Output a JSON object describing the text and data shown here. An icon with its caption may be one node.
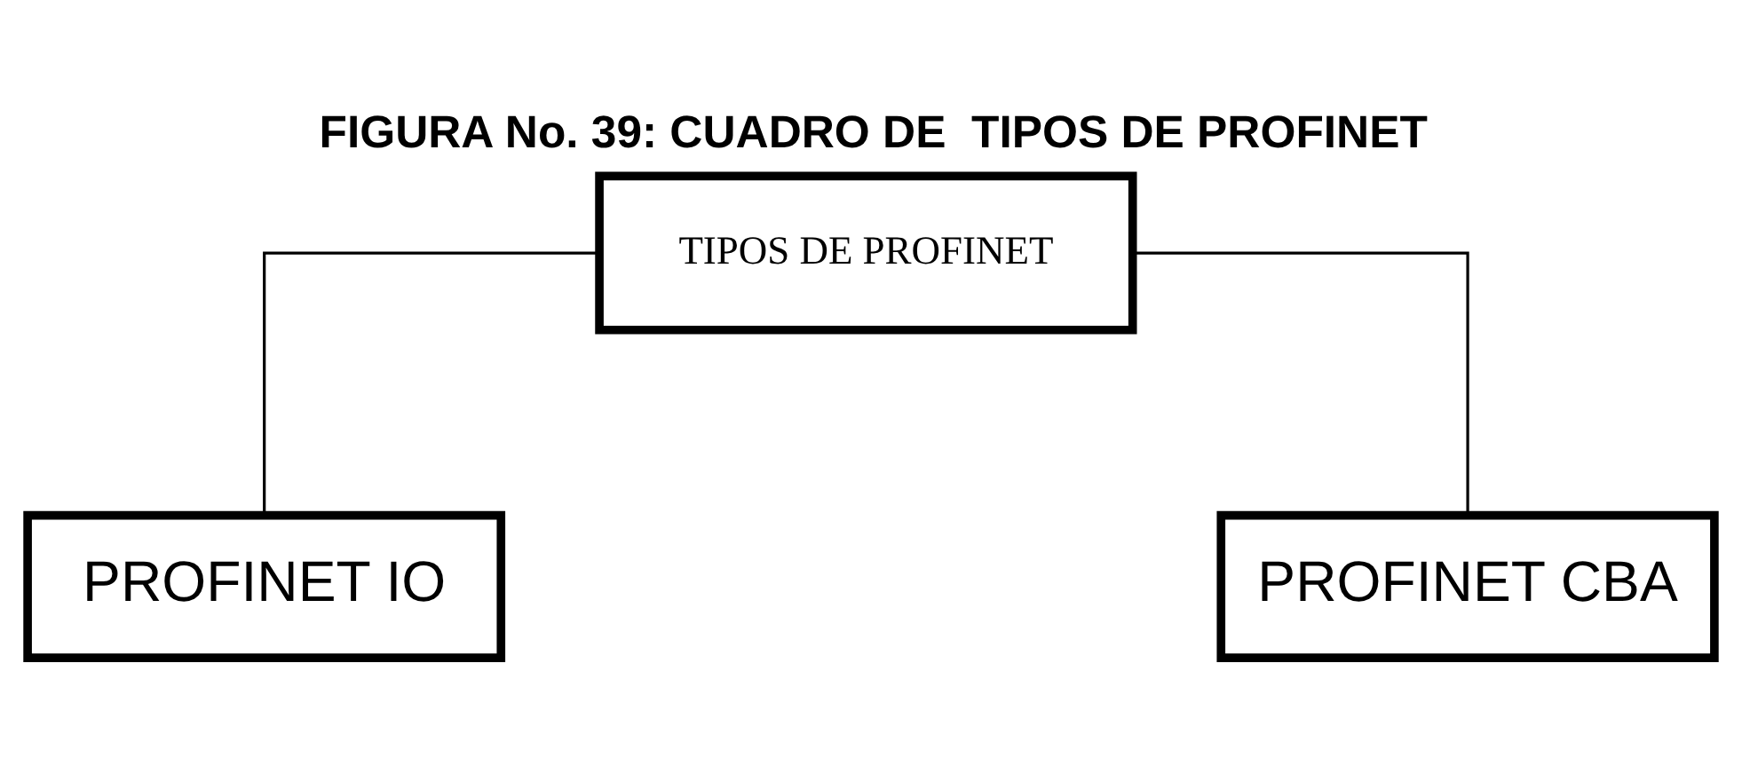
{
  "diagram": {
    "title": "FIGURA No. 39: CUADRO DE  TIPOS DE PROFINET",
    "nodes": [
      {
        "text": [
          "TIPOS DE PROFINET"
        ]
      },
      {
        "text": [
          "PROFINET IO"
        ]
      },
      {
        "text": [
          "PROFINET CBA"
        ]
      }
    ],
    "edges": [
      {
        "from": 0,
        "to": 1,
        "arrow": "none"
      },
      {
        "from": 0,
        "to": 2,
        "arrow": "none"
      }
    ]
  }
}
